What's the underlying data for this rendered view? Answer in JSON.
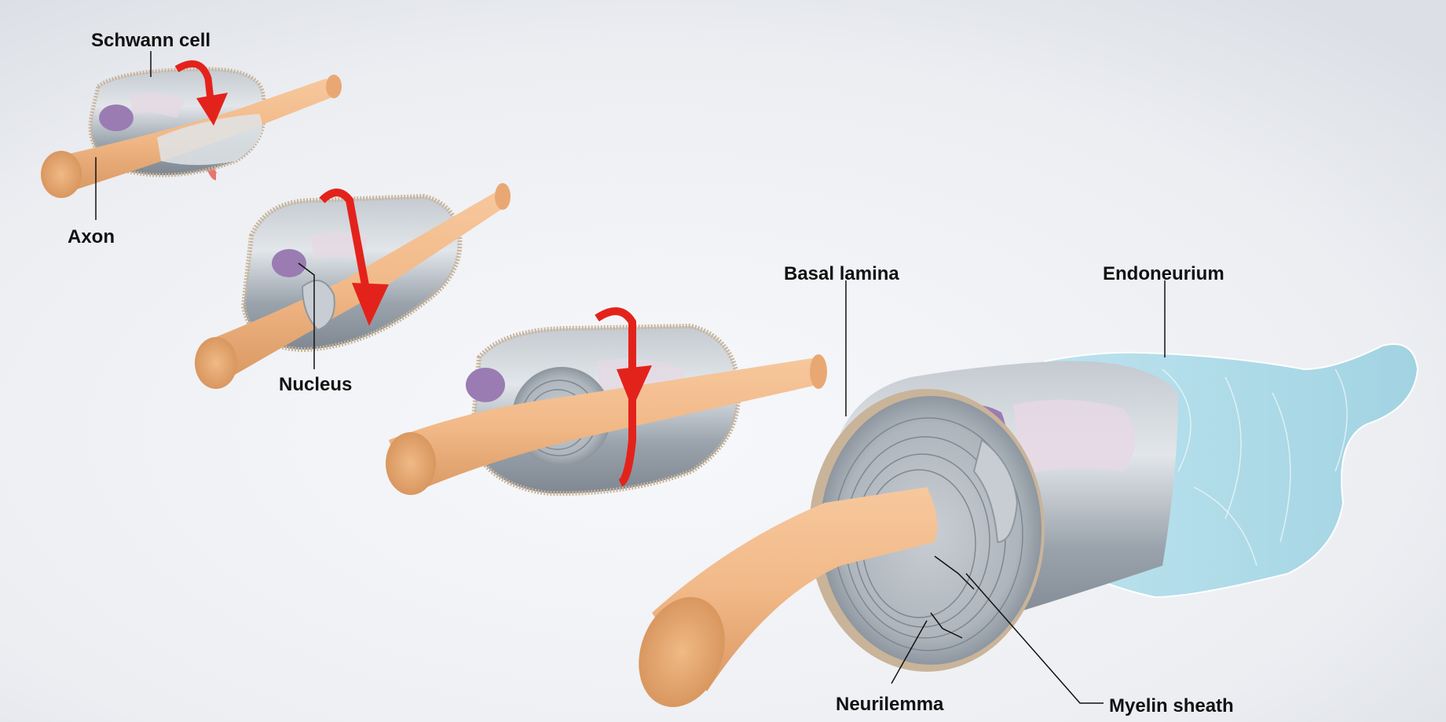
{
  "labels": {
    "schwann_cell": "Schwann cell",
    "axon": "Axon",
    "nucleus": "Nucleus",
    "basal_lamina": "Basal lamina",
    "endoneurium": "Endoneurium",
    "neurilemma": "Neurilemma",
    "myelin_sheath": "Myelin sheath"
  },
  "colors": {
    "background_light": "#f4f5f8",
    "background_dark": "#dcdfe5",
    "axon": "#f2b988",
    "axon_end": "#e9a873",
    "schwann_gray": "#9aa3ac",
    "nucleus": "#9a7cb3",
    "cytoplasm": "#e6d8e4",
    "basal_lamina": "#c9b49a",
    "endoneurium": "#a8d8e6",
    "arrow": "#e3231b",
    "leader_line": "#111111"
  }
}
